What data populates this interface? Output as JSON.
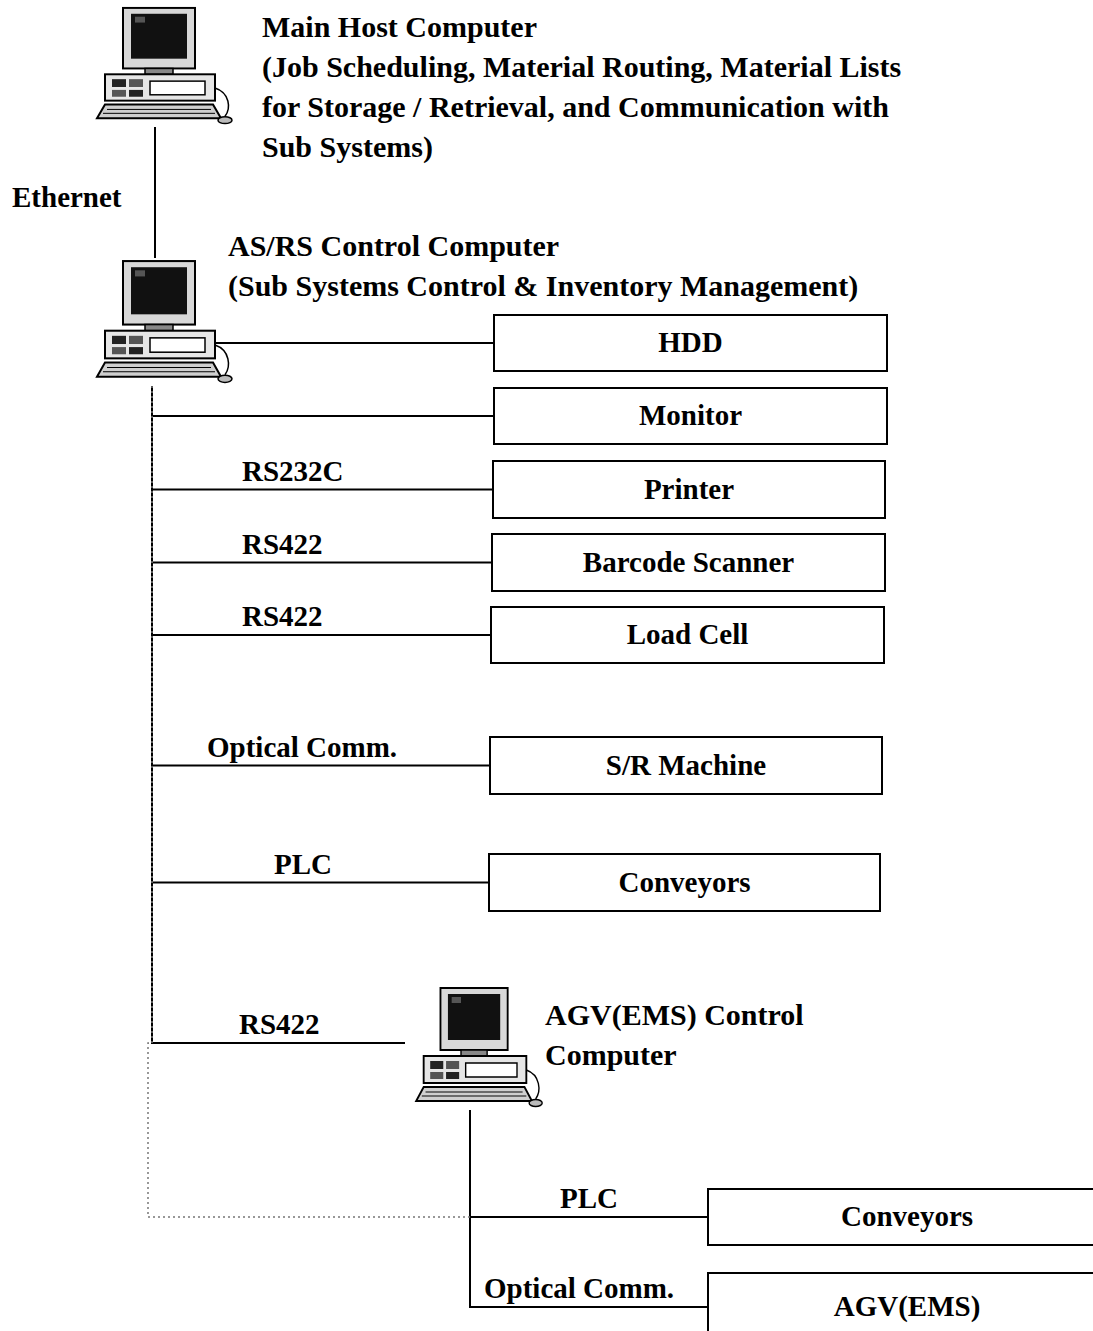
{
  "diagram": {
    "nodes": [
      {
        "text": [
          "Main Host Computer",
          "(Job Scheduling, Material Routing, Material Lists for Storage / Retrieval, and Communication with Sub Systems)"
        ]
      },
      {
        "text": [
          "AS/RS Control Computer",
          "(Sub Systems Control & Inventory Management)"
        ]
      },
      {
        "text": [
          "HDD"
        ]
      },
      {
        "text": [
          "Monitor"
        ]
      },
      {
        "text": [
          "Printer"
        ]
      },
      {
        "text": [
          "Barcode Scanner"
        ]
      },
      {
        "text": [
          "Load Cell"
        ]
      },
      {
        "text": [
          "S/R Machine"
        ]
      },
      {
        "text": [
          "Conveyors"
        ]
      },
      {
        "text": [
          "AGV(EMS) Control Computer"
        ]
      },
      {
        "text": [
          "Conveyors"
        ]
      },
      {
        "text": [
          "AGV(EMS)"
        ]
      }
    ],
    "edges": [
      {
        "from": 0,
        "to": 1,
        "label": "Ethernet",
        "arrow": "none"
      },
      {
        "from": 1,
        "to": 2,
        "arrow": "none"
      },
      {
        "from": 1,
        "to": 3,
        "arrow": "none"
      },
      {
        "from": 1,
        "to": 4,
        "label": "RS232C",
        "arrow": "none"
      },
      {
        "from": 1,
        "to": 5,
        "label": "RS422",
        "arrow": "none"
      },
      {
        "from": 1,
        "to": 6,
        "label": "RS422",
        "arrow": "none"
      },
      {
        "from": 1,
        "to": 7,
        "label": "Optical Comm.",
        "arrow": "none"
      },
      {
        "from": 1,
        "to": 8,
        "label": "PLC",
        "arrow": "none"
      },
      {
        "from": 1,
        "to": 9,
        "label": "RS422",
        "arrow": "none"
      },
      {
        "from": 9,
        "to": 10,
        "label": "PLC",
        "arrow": "none"
      },
      {
        "from": 9,
        "to": 11,
        "label": "Optical Comm.",
        "arrow": "none"
      },
      {
        "from": 1,
        "to": 10,
        "arrow": "none"
      }
    ]
  }
}
